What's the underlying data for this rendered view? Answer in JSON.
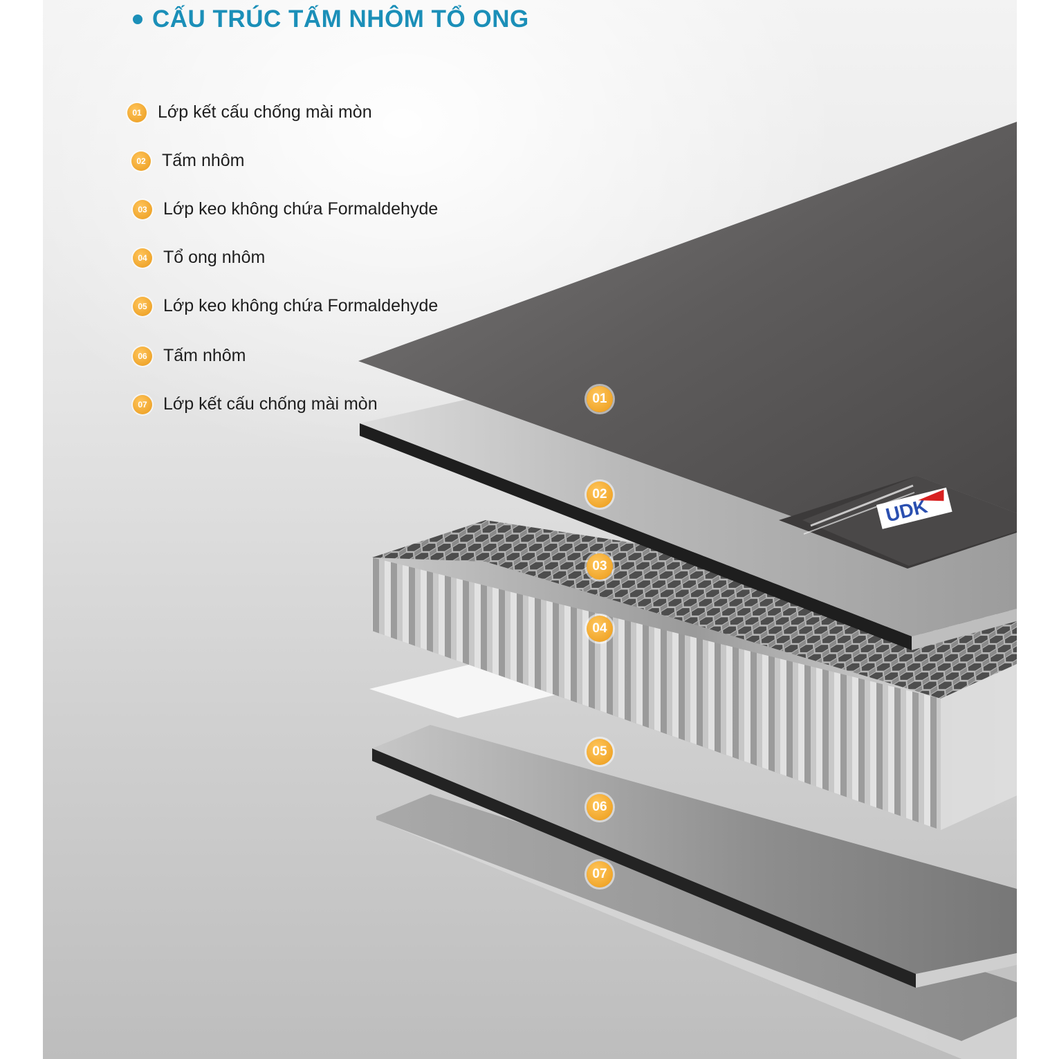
{
  "header": {
    "title": "CẤU TRÚC TẤM NHÔM TỔ ONG"
  },
  "layers": [
    {
      "num": "01",
      "label": "Lớp kết cấu chống mài mòn"
    },
    {
      "num": "02",
      "label": "Tấm nhôm"
    },
    {
      "num": "03",
      "label": "Lớp keo không chứa Formaldehyde"
    },
    {
      "num": "04",
      "label": "Tổ ong nhôm"
    },
    {
      "num": "05",
      "label": "Lớp keo không chứa Formaldehyde"
    },
    {
      "num": "06",
      "label": "Tấm nhôm"
    },
    {
      "num": "07",
      "label": "Lớp kết cấu chống mài mòn"
    }
  ],
  "logo": {
    "text": "UDK"
  },
  "colors": {
    "accent": "#1b8fb8",
    "badge": "#eb9a18"
  }
}
